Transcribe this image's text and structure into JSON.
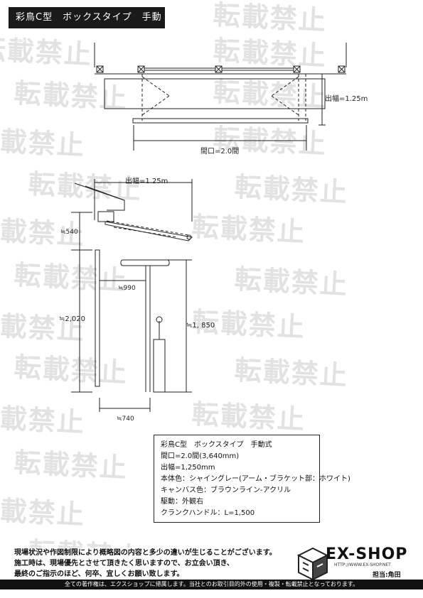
{
  "header": {
    "title": "彩鳥C型　ボックスタイプ　手動式"
  },
  "watermark": {
    "text": "転載禁止"
  },
  "plan_view": {
    "projection_label": "出幅=1.25m",
    "width_label": "間口=2.0間"
  },
  "side_view": {
    "projection_label": "出幅=1.25m",
    "bracket_height_label": "≒540",
    "total_height_label": "≒2,020",
    "crank_offset_label": "≒990",
    "post_height_label": "≒1, 850",
    "base_offset_label": "≒740"
  },
  "spec": {
    "lines": [
      "彩鳥C型　ボックスタイプ　手動式",
      "間口=2.0間(3,640mm)",
      "出幅=1,250mm",
      "本体色：シャイングレー(アーム・ブラケット部：ホワイト)",
      "キャンバス色：ブラウンライン-アクリル",
      "駆動：外観右",
      "クランクハンドル：L=1,500"
    ]
  },
  "notes": {
    "lines": [
      "現場状況や作図制限により概略図の内容と多少の違いが生じることがございます。",
      "施工時は、現場優先とさせて頂きたく思いますので、お立会い頂き、",
      "最終のご指示のほど、何卒、宜しくお願い致します。"
    ]
  },
  "brand": {
    "name": "EX-SHOP",
    "url": "HTTP://WWW.EX-SHOP.NET",
    "staff": "担当:角田"
  },
  "footer": {
    "text": "全ての著作権は、エクスショップに帰属します。当社とのお取引目的外の使用・複製・転載禁止となっております。"
  }
}
